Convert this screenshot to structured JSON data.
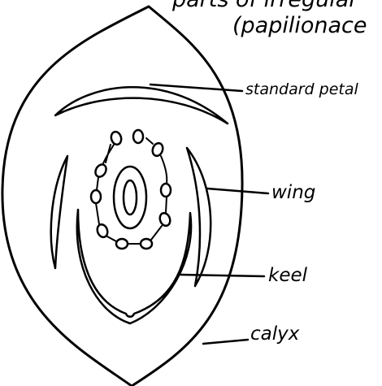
{
  "title": {
    "line1": "parts of irregular",
    "line2": "(papilionace"
  },
  "labels": {
    "standard": "standard petal",
    "wing": "wing",
    "keel": "keel",
    "calyx": "calyx"
  },
  "colors": {
    "ink": "#000000",
    "paper": "#ffffff"
  }
}
